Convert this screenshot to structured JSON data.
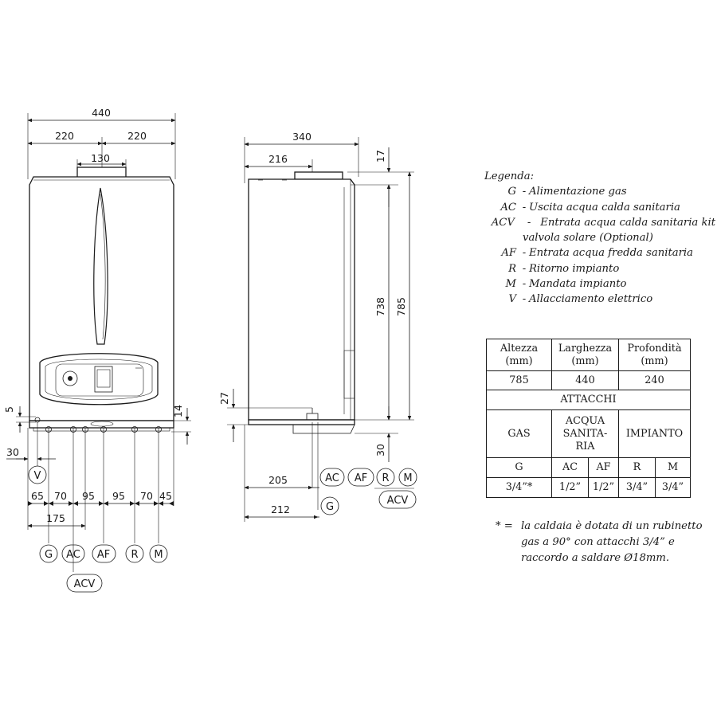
{
  "front_view": {
    "dims": {
      "total_width": "440",
      "half_left": "220",
      "half_right": "220",
      "flue": "130",
      "left_top": "5",
      "right_side": "14",
      "offset": "30",
      "seg1": "65",
      "seg2": "70",
      "seg3": "95",
      "seg4": "95",
      "seg5": "70",
      "seg6": "45",
      "sum": "175"
    },
    "connections": {
      "V": "V",
      "G": "G",
      "AC": "AC",
      "AF": "AF",
      "R": "R",
      "M": "M",
      "ACV": "ACV"
    }
  },
  "side_view": {
    "dims": {
      "depth": "340",
      "flue_offset": "216",
      "top": "17",
      "height_inner": "738",
      "height_total": "785",
      "bottom": "27",
      "right_bottom": "30",
      "d205": "205",
      "d212": "212"
    },
    "connections": {
      "AC": "AC",
      "AF": "AF",
      "R": "R",
      "M": "M",
      "ACV": "ACV",
      "G": "G"
    }
  },
  "legend": {
    "title": "Legenda:",
    "items": [
      {
        "code": "G",
        "desc": "Alimentazione gas"
      },
      {
        "code": "AC",
        "desc": "Uscita acqua calda sanitaria"
      },
      {
        "code": "ACV",
        "desc": "Entrata acqua calda sanitaria kit",
        "desc2": "valvola solare (Optional)"
      },
      {
        "code": "AF",
        "desc": "Entrata acqua fredda sanitaria"
      },
      {
        "code": "R",
        "desc": "Ritorno impianto"
      },
      {
        "code": "M",
        "desc": "Mandata impianto"
      },
      {
        "code": "V",
        "desc": "Allacciamento elettrico"
      }
    ]
  },
  "spec_table": {
    "h_altezza": "Altezza",
    "h_larghezza": "Larghezza",
    "h_profondita": "Profondità",
    "unit": "(mm)",
    "altezza": "785",
    "larghezza": "440",
    "profondita": "240",
    "attacchi": "ATTACCHI",
    "gas": "GAS",
    "acqua_l1": "ACQUA",
    "acqua_l2": "SANITA-",
    "acqua_l3": "RIA",
    "impianto": "IMPIANTO",
    "c_g": "G",
    "c_ac": "AC",
    "c_af": "AF",
    "c_r": "R",
    "c_m": "M",
    "v_g": "3/4”*",
    "v_ac": "1/2”",
    "v_af": "1/2”",
    "v_r": "3/4”",
    "v_m": "3/4”"
  },
  "note": {
    "star": "*",
    "sep": "=",
    "text": "la caldaia è dotata di un rubinetto gas a 90° con attacchi 3/4” e raccordo a saldare Ø18mm."
  }
}
